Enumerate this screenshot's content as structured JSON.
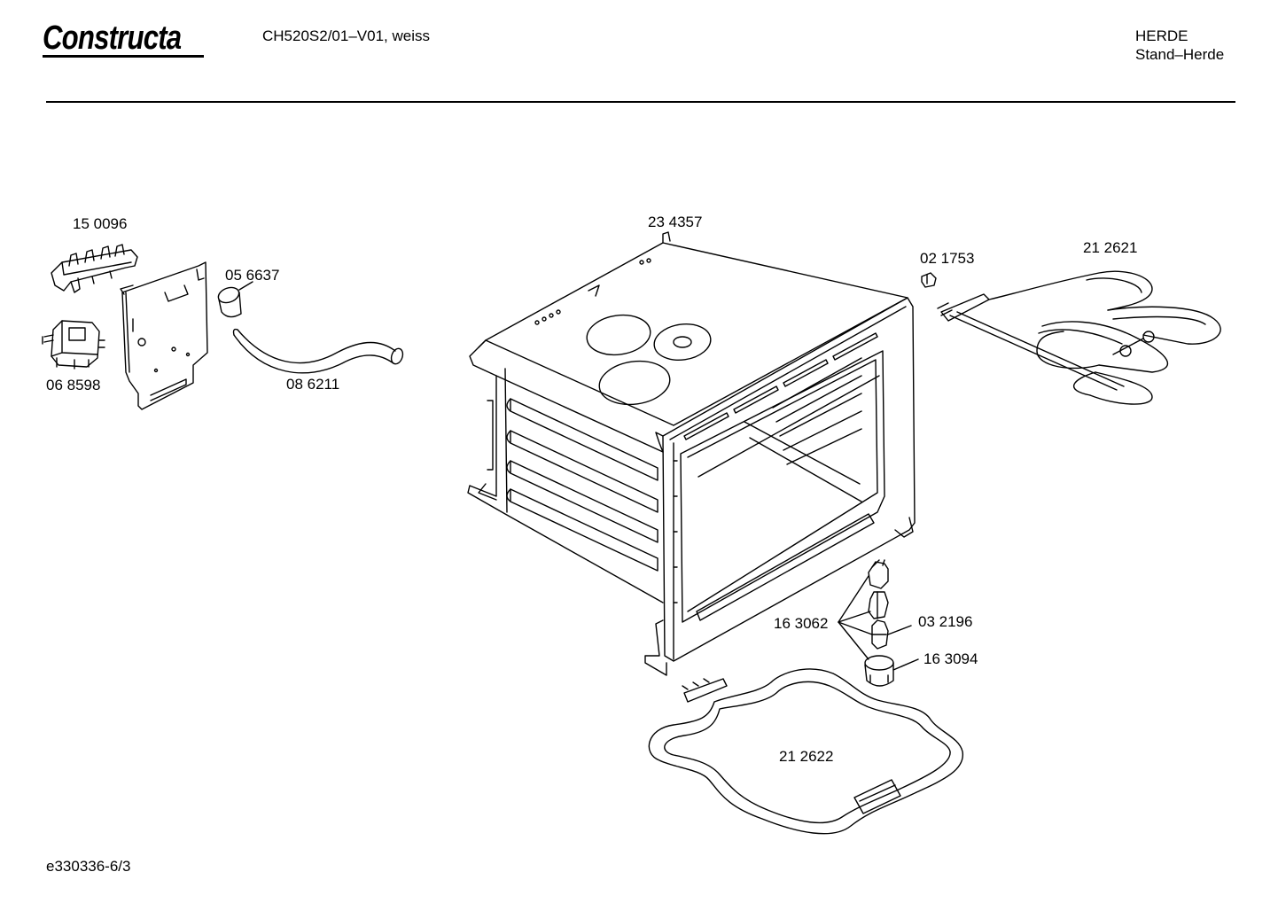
{
  "header": {
    "brand": "Constructa",
    "model": "CH520S2/01–V01, weiss",
    "category": "HERDE",
    "subcategory": "Stand–Herde"
  },
  "footer": {
    "drawing_id": "e330336-6/3"
  },
  "parts": {
    "p150096": "15 0096",
    "p056637": "05 6637",
    "p068598": "06 8598",
    "p086211": "08 6211",
    "p234357": "23 4357",
    "p021753": "02 1753",
    "p212621": "21 2621",
    "p163062": "16 3062",
    "p032196": "03 2196",
    "p163094": "16 3094",
    "p212622": "21 2622"
  }
}
